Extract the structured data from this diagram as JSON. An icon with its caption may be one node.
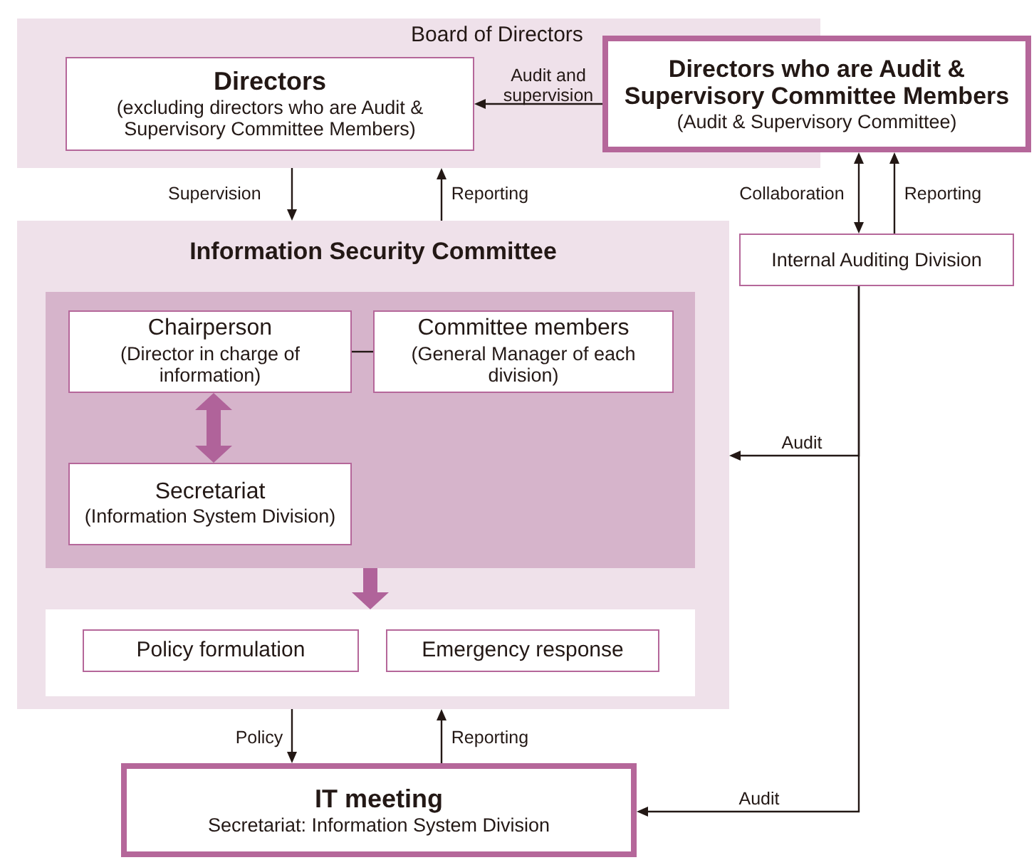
{
  "diagram": {
    "nodes": [
      {
        "text": [
          "Board of Directors"
        ]
      },
      {
        "text": [
          "Directors",
          "(excluding directors who are Audit & Supervisory Committee Members)"
        ],
        "in": 0
      },
      {
        "text": [
          "Directors who are Audit & Supervisory Committee Members",
          "(Audit & Supervisory Committee)"
        ]
      },
      {
        "text": [
          "Information Security Committee"
        ]
      },
      {
        "text": [],
        "shape": "box",
        "in": 3
      },
      {
        "text": [
          "Chairperson",
          "(Director in charge of information)"
        ],
        "in": 4
      },
      {
        "text": [
          "Committee members",
          "(General Manager of each division)"
        ],
        "in": 4
      },
      {
        "text": [
          "Secretariat",
          "(Information System Division)"
        ],
        "in": 4
      },
      {
        "text": [],
        "shape": "box",
        "in": 3
      },
      {
        "text": [
          "Policy formulation"
        ],
        "in": 8
      },
      {
        "text": [
          "Emergency response"
        ],
        "in": 8
      },
      {
        "text": [
          "Internal Auditing Division"
        ]
      },
      {
        "text": [
          "IT meeting",
          "Secretariat: Information System Division"
        ]
      }
    ],
    "edges": [
      {
        "from": 2,
        "to": 1,
        "arrow": "to",
        "label": "Audit and supervision"
      },
      {
        "from": 0,
        "to": 3,
        "arrow": "to",
        "label": "Supervision"
      },
      {
        "from": 3,
        "to": 0,
        "arrow": "to",
        "label": "Reporting"
      },
      {
        "from": 2,
        "to": 11,
        "arrow": "both",
        "label": "Collaboration"
      },
      {
        "from": 11,
        "to": 2,
        "arrow": "to",
        "label": "Reporting"
      },
      {
        "from": 11,
        "to": 3,
        "arrow": "to",
        "label": "Audit"
      },
      {
        "from": 11,
        "to": 12,
        "arrow": "to",
        "label": "Audit"
      },
      {
        "from": 5,
        "to": 6,
        "arrow": "none"
      },
      {
        "from": 5,
        "to": 7,
        "arrow": "both",
        "style": "thick",
        "color": "#b0639a"
      },
      {
        "from": 4,
        "to": 8,
        "arrow": "to",
        "style": "thick",
        "color": "#b0639a"
      },
      {
        "from": 3,
        "to": 12,
        "arrow": "to",
        "label": "Policy"
      },
      {
        "from": 12,
        "to": 3,
        "arrow": "to",
        "label": "Reporting"
      }
    ]
  }
}
